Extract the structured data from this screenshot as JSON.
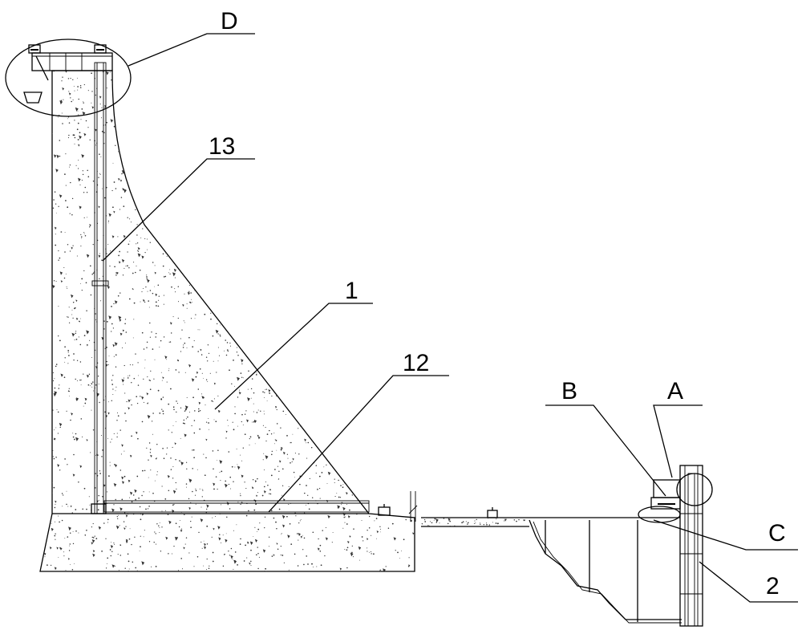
{
  "labels": {
    "d": "D",
    "n13": "13",
    "n1": "1",
    "n12": "12",
    "b": "B",
    "a": "A",
    "c": "C",
    "n2": "2"
  },
  "colors": {
    "line": "#000000",
    "background": "#ffffff",
    "concrete_speck": "#333333"
  }
}
